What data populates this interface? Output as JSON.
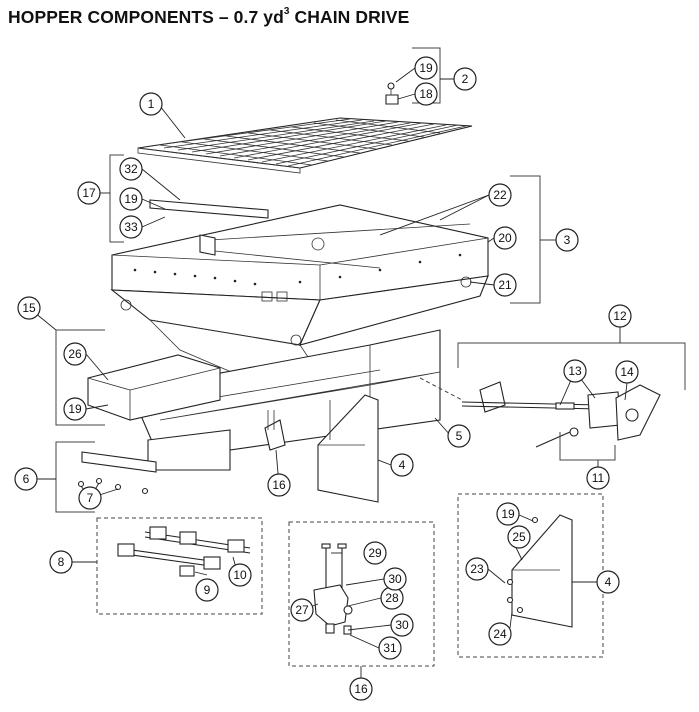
{
  "title": {
    "prefix": "HOPPER COMPONENTS – 0.7 yd",
    "sup": "3",
    "suffix": " CHAIN DRIVE"
  },
  "callouts": [
    "1",
    "2",
    "3",
    "4",
    "4",
    "5",
    "6",
    "7",
    "8",
    "9",
    "10",
    "11",
    "12",
    "13",
    "14",
    "15",
    "16",
    "16",
    "17",
    "18",
    "19",
    "19",
    "19",
    "19",
    "20",
    "21",
    "22",
    "23",
    "24",
    "25",
    "26",
    "27",
    "28",
    "29",
    "30",
    "30",
    "31",
    "32",
    "33"
  ]
}
